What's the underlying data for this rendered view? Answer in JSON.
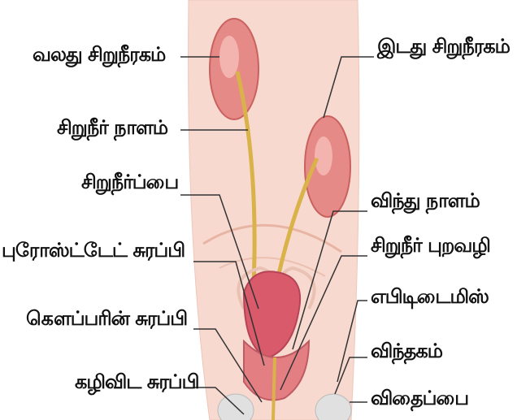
{
  "labels": {
    "right_kidney": "வலது சிறுநீரகம்",
    "left_kidney": "இடது சிறுநீரகம்",
    "ureter": "சிறுநீர் நாளம்",
    "bladder": "சிறுநீர்ப்பை",
    "vas_deferens": "விந்து நாளம்",
    "prostate": "புரோஸ்ட்டேட் சுரப்பி",
    "urethra": "சிறுநீர் புறவழி",
    "epididymis": "எபிடிடைமிஸ்",
    "cowpers_gland": "கௌப்பரின் சுரப்பி",
    "testis": "விந்தகம்",
    "ejaculatory_gland": "கழிவிட சுரப்பி",
    "scrotum": "விதைப்பை"
  },
  "colors": {
    "body_fill": "#f7d9cf",
    "kidney": "#e27d7c",
    "ureter": "#d9b34a",
    "bladder": "#d6586a",
    "leader_line": "#333333"
  }
}
